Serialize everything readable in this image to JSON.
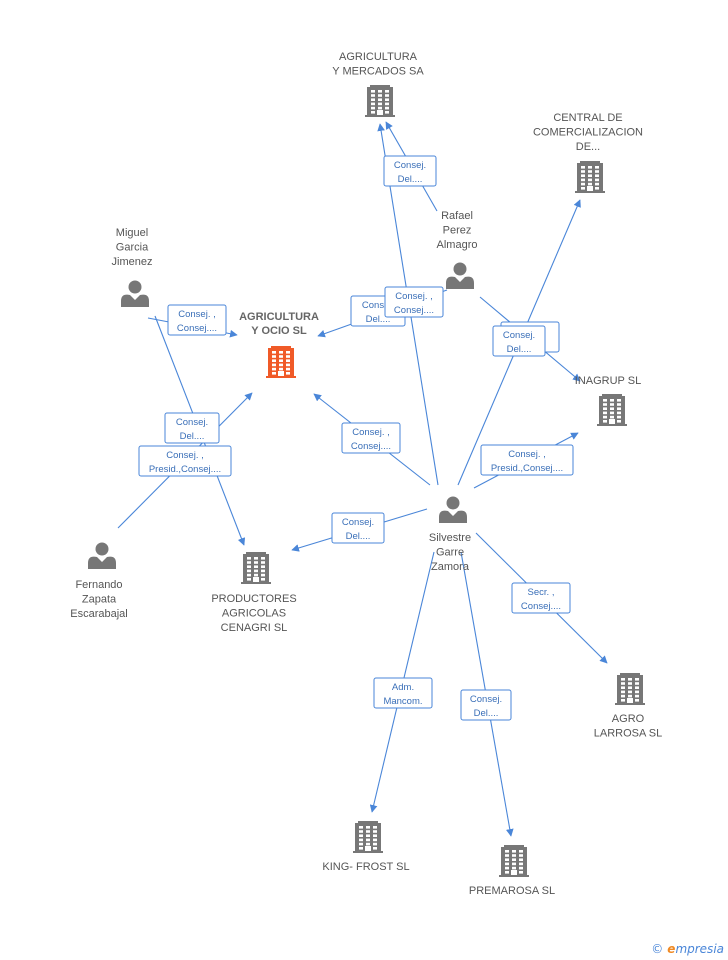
{
  "colors": {
    "edge": "#4a86d8",
    "company": "#777777",
    "main_company": "#f05a28",
    "person": "#777777"
  },
  "nodes": [
    {
      "id": "main",
      "kind": "company",
      "main": true,
      "label": [
        "AGRICULTURA",
        "Y OCIO SL"
      ]
    },
    {
      "id": "agrimerc",
      "kind": "company",
      "label": [
        "AGRICULTURA",
        "Y MERCADOS SA"
      ]
    },
    {
      "id": "central",
      "kind": "company",
      "label": [
        "CENTRAL DE",
        "COMERCIALIZACION",
        "DE..."
      ]
    },
    {
      "id": "inagrup",
      "kind": "company",
      "label": [
        "INAGRUP SL"
      ]
    },
    {
      "id": "productores",
      "kind": "company",
      "label": [
        "PRODUCTORES",
        "AGRICOLAS",
        "CENAGRI SL"
      ]
    },
    {
      "id": "agrolarrosa",
      "kind": "company",
      "label": [
        "AGRO",
        "LARROSA  SL"
      ]
    },
    {
      "id": "kingfrost",
      "kind": "company",
      "label": [
        "KING- FROST SL"
      ]
    },
    {
      "id": "premarosa",
      "kind": "company",
      "label": [
        "PREMAROSA SL"
      ]
    },
    {
      "id": "miguel",
      "kind": "person",
      "label": [
        "Miguel",
        "Garcia",
        "Jimenez"
      ]
    },
    {
      "id": "rafael",
      "kind": "person",
      "label": [
        "Rafael",
        "Perez",
        "Almagro"
      ]
    },
    {
      "id": "fernando",
      "kind": "person",
      "label": [
        "Fernando",
        "Zapata",
        "Escarabajal"
      ]
    },
    {
      "id": "silvestre",
      "kind": "person",
      "label": [
        "Silvestre",
        "Garre",
        "Zamora"
      ]
    }
  ],
  "edges": [
    {
      "from": "miguel",
      "to": "main",
      "label": [
        "Consej. ,",
        "Consej...."
      ]
    },
    {
      "from": "miguel",
      "to": "productores",
      "label": [
        "Consej.",
        "Del...."
      ]
    },
    {
      "from": "fernando",
      "to": "main",
      "label": [
        "Consej. ,",
        "Presid.,Consej...."
      ]
    },
    {
      "from": "rafael",
      "to": "main",
      "label": [
        "Consej.",
        "Del...."
      ]
    },
    {
      "from": "rafael",
      "to": "agrimerc",
      "label": [
        "Consej.",
        "Del...."
      ]
    },
    {
      "from": "rafael",
      "to": "inagrup",
      "label": [
        "Consej.",
        "Del...."
      ]
    },
    {
      "from": "silvestre",
      "to": "main",
      "label": [
        "Consej. ,",
        "Consej...."
      ]
    },
    {
      "from": "silvestre",
      "to": "agrimerc",
      "label": [
        "Consej. ,",
        "Consej...."
      ]
    },
    {
      "from": "silvestre",
      "to": "central",
      "label": [
        "Consej.",
        "Del...."
      ]
    },
    {
      "from": "silvestre",
      "to": "inagrup",
      "label": [
        "Consej. ,",
        "Presid.,Consej...."
      ]
    },
    {
      "from": "silvestre",
      "to": "productores",
      "label": [
        "Consej.",
        "Del...."
      ]
    },
    {
      "from": "silvestre",
      "to": "agrolarrosa",
      "label": [
        "Secr. ,",
        "Consej...."
      ]
    },
    {
      "from": "silvestre",
      "to": "kingfrost",
      "label": [
        "Adm.",
        "Mancom."
      ]
    },
    {
      "from": "silvestre",
      "to": "premarosa",
      "label": [
        "Consej.",
        "Del...."
      ]
    }
  ],
  "footer": {
    "copyright": "©",
    "brand_initial": "e",
    "brand_rest": "mpresia"
  }
}
